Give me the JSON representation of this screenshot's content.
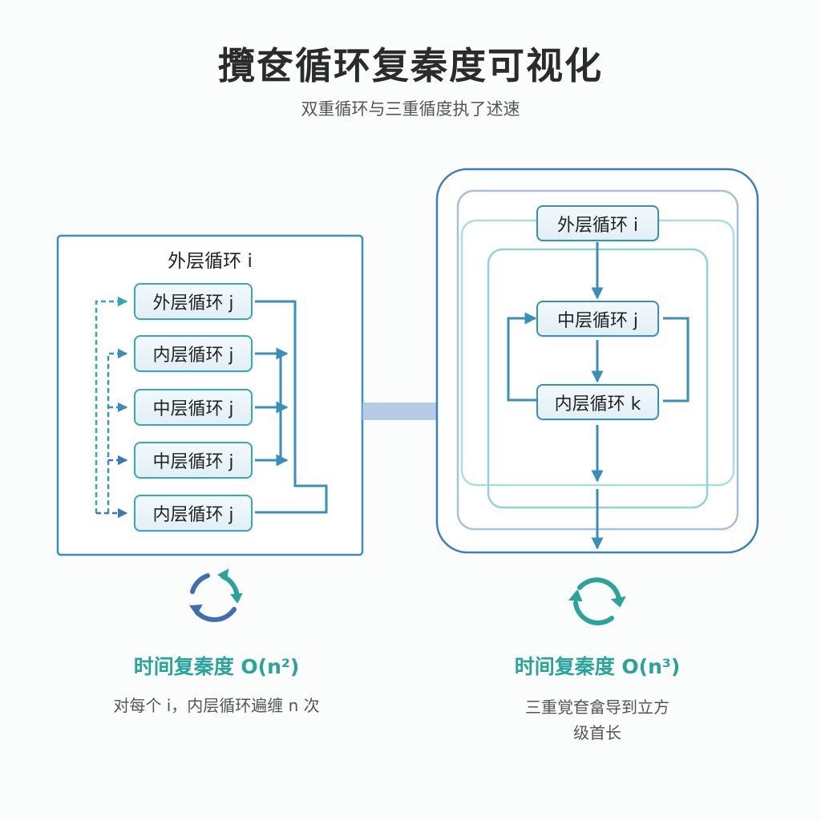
{
  "header": {
    "title": "攬奁循环复秦度可视化",
    "subtitle": "双重循环与三重循度执了述速"
  },
  "left_panel": {
    "title": "外层循环 i",
    "nodes": [
      {
        "label": "外层循环 j"
      },
      {
        "label": "内层循环 j"
      },
      {
        "label": "中层循环 j"
      },
      {
        "label": "中层循环 j"
      },
      {
        "label": "内层循环 j"
      }
    ],
    "complexity": "时间复秦度 O(n²)",
    "description": "对每个 i，内层循环遍缠 n 次",
    "icon": "cycle-arrows-icon"
  },
  "right_panel": {
    "nodes": [
      {
        "label": "外层循环 i"
      },
      {
        "label": "中层循环 j"
      },
      {
        "label": "内层循环 k"
      }
    ],
    "complexity": "时间复秦度 O(n³)",
    "description_line1": "三重覚奆畣导到立方",
    "description_line2": "级首长",
    "icon": "refresh-cycle-icon"
  },
  "colors": {
    "primary_blue": "#3a8fb8",
    "teal": "#2aa39a",
    "dark_blue": "#3f6fae",
    "arrow_light": "#a9c3e0",
    "ring_light_teal": "#9fd6d8",
    "ring_light_blue": "#a6c0da"
  }
}
